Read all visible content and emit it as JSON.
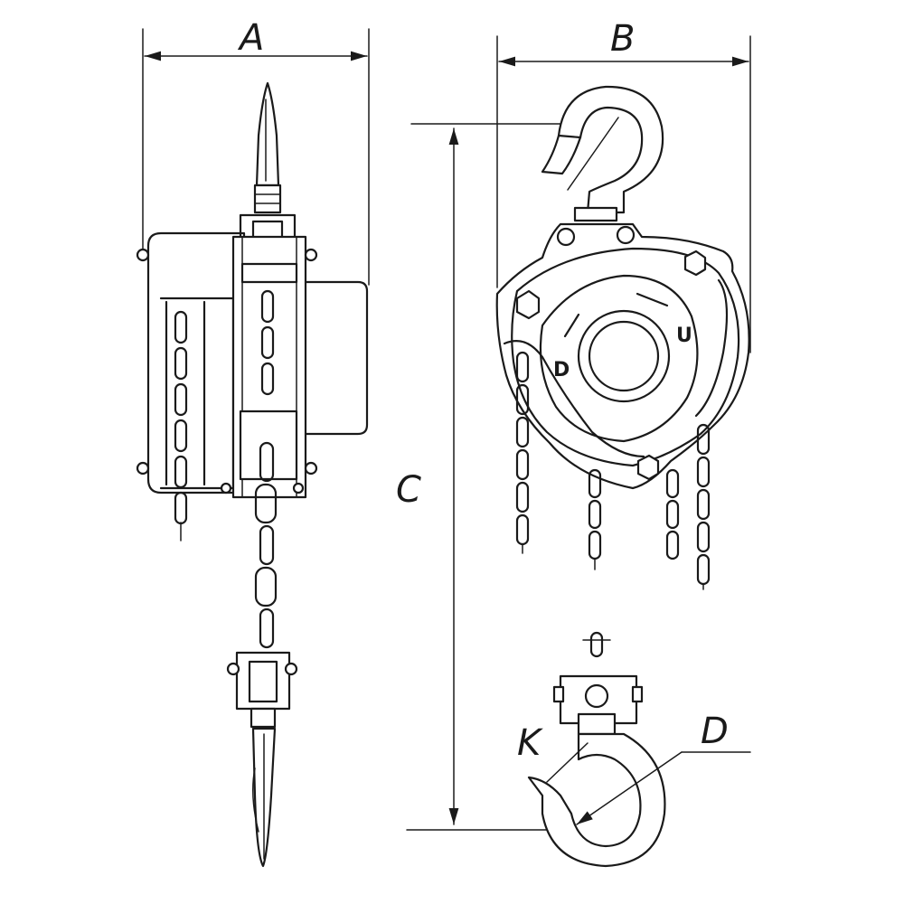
{
  "dimensions": {
    "a": "A",
    "b": "B",
    "c": "C",
    "d": "D",
    "k": "K"
  },
  "housing_marks": {
    "down": "D",
    "up": "U"
  }
}
